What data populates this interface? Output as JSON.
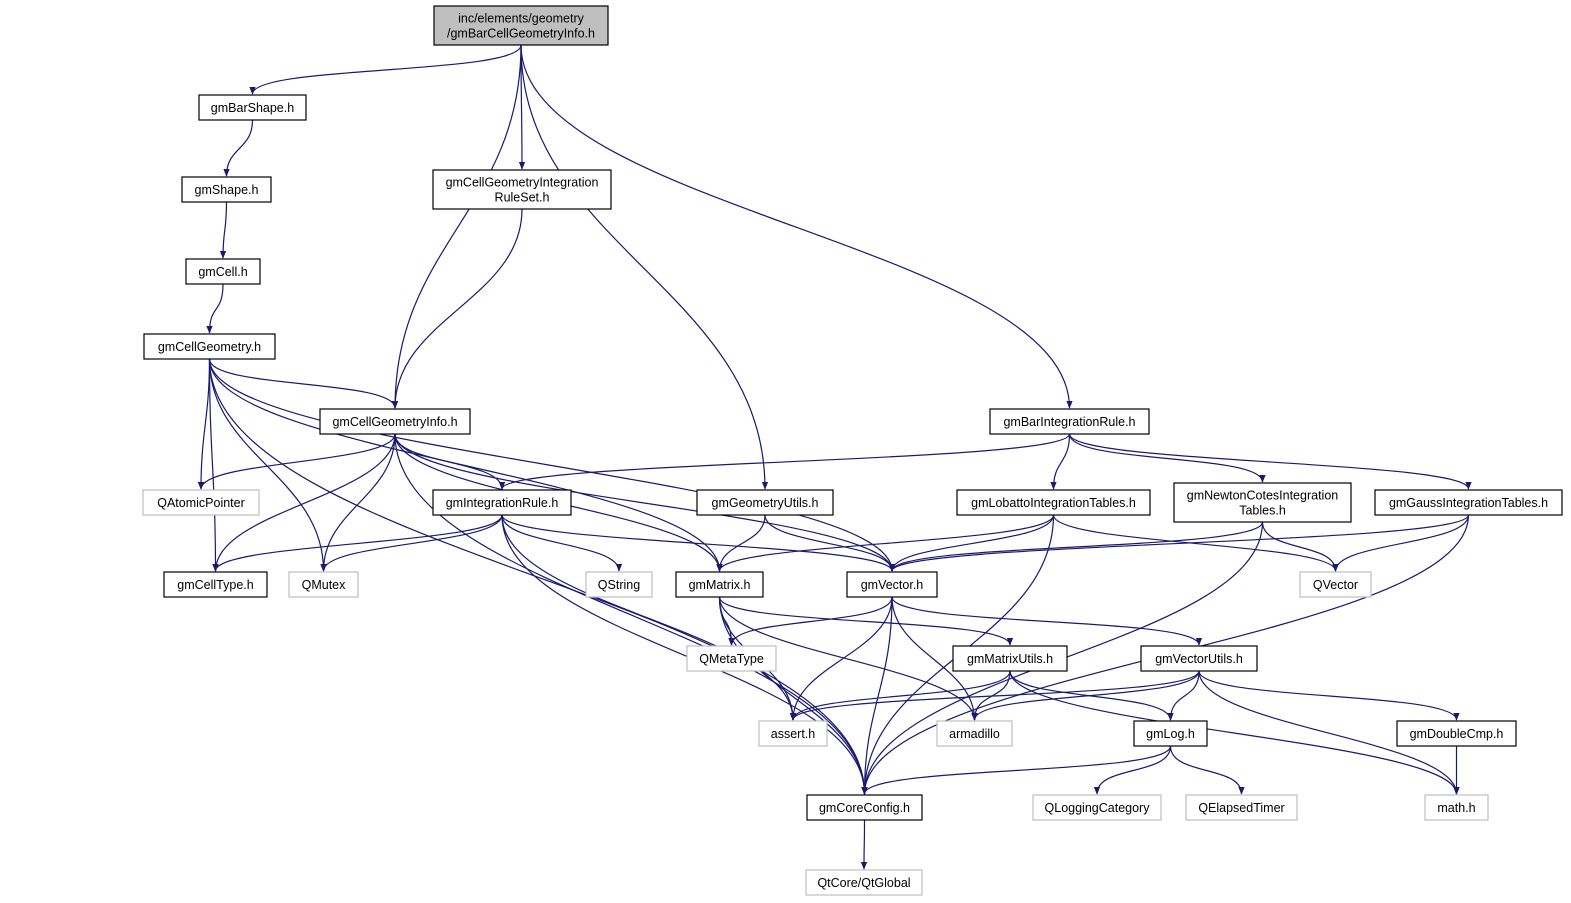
{
  "colors": {
    "edge": "#191970",
    "local_border": "#000000",
    "system_border": "#bfbfbf",
    "root_fill": "#bfbfbf",
    "node_fill": "#ffffff",
    "label": "#000000"
  },
  "nodes": [
    {
      "id": "root",
      "lines": [
        "inc/elements/geometry",
        "/gmBarCellGeometryInfo.h"
      ],
      "kind": "root"
    },
    {
      "id": "gmBarShape",
      "lines": [
        "gmBarShape.h"
      ],
      "kind": "local"
    },
    {
      "id": "gmShape",
      "lines": [
        "gmShape.h"
      ],
      "kind": "local"
    },
    {
      "id": "gmCell",
      "lines": [
        "gmCell.h"
      ],
      "kind": "local"
    },
    {
      "id": "gmCellGeometry",
      "lines": [
        "gmCellGeometry.h"
      ],
      "kind": "local"
    },
    {
      "id": "gmCellGeometryIntegrationRuleSet",
      "lines": [
        "gmCellGeometryIntegration",
        "RuleSet.h"
      ],
      "kind": "local"
    },
    {
      "id": "gmCellGeometryInfo",
      "lines": [
        "gmCellGeometryInfo.h"
      ],
      "kind": "local"
    },
    {
      "id": "gmBarIntegrationRule",
      "lines": [
        "gmBarIntegrationRule.h"
      ],
      "kind": "local"
    },
    {
      "id": "QAtomicPointer",
      "lines": [
        "QAtomicPointer"
      ],
      "kind": "system"
    },
    {
      "id": "gmIntegrationRule",
      "lines": [
        "gmIntegrationRule.h"
      ],
      "kind": "local"
    },
    {
      "id": "gmGeometryUtils",
      "lines": [
        "gmGeometryUtils.h"
      ],
      "kind": "local"
    },
    {
      "id": "gmLobattoIntegrationTables",
      "lines": [
        "gmLobattoIntegrationTables.h"
      ],
      "kind": "local"
    },
    {
      "id": "gmNewtonCotesIntegrationTables",
      "lines": [
        "gmNewtonCotesIntegration",
        "Tables.h"
      ],
      "kind": "local"
    },
    {
      "id": "gmGaussIntegrationTables",
      "lines": [
        "gmGaussIntegrationTables.h"
      ],
      "kind": "local"
    },
    {
      "id": "gmCellType",
      "lines": [
        "gmCellType.h"
      ],
      "kind": "local"
    },
    {
      "id": "QMutex",
      "lines": [
        "QMutex"
      ],
      "kind": "system"
    },
    {
      "id": "QString",
      "lines": [
        "QString"
      ],
      "kind": "system"
    },
    {
      "id": "gmMatrix",
      "lines": [
        "gmMatrix.h"
      ],
      "kind": "local"
    },
    {
      "id": "gmVector",
      "lines": [
        "gmVector.h"
      ],
      "kind": "local"
    },
    {
      "id": "QVector",
      "lines": [
        "QVector"
      ],
      "kind": "system"
    },
    {
      "id": "QMetaType",
      "lines": [
        "QMetaType"
      ],
      "kind": "system"
    },
    {
      "id": "gmMatrixUtils",
      "lines": [
        "gmMatrixUtils.h"
      ],
      "kind": "local"
    },
    {
      "id": "gmVectorUtils",
      "lines": [
        "gmVectorUtils.h"
      ],
      "kind": "local"
    },
    {
      "id": "assert",
      "lines": [
        "assert.h"
      ],
      "kind": "system"
    },
    {
      "id": "armadillo",
      "lines": [
        "armadillo"
      ],
      "kind": "system"
    },
    {
      "id": "gmLog",
      "lines": [
        "gmLog.h"
      ],
      "kind": "local"
    },
    {
      "id": "gmDoubleCmp",
      "lines": [
        "gmDoubleCmp.h"
      ],
      "kind": "local"
    },
    {
      "id": "gmCoreConfig",
      "lines": [
        "gmCoreConfig.h"
      ],
      "kind": "local"
    },
    {
      "id": "QLoggingCategory",
      "lines": [
        "QLoggingCategory"
      ],
      "kind": "system"
    },
    {
      "id": "QElapsedTimer",
      "lines": [
        "QElapsedTimer"
      ],
      "kind": "system"
    },
    {
      "id": "math",
      "lines": [
        "math.h"
      ],
      "kind": "system"
    },
    {
      "id": "QtGlobal",
      "lines": [
        "QtCore/QtGlobal"
      ],
      "kind": "system"
    }
  ],
  "edges": [
    [
      "root",
      "gmBarShape"
    ],
    [
      "root",
      "gmCellGeometryInfo"
    ],
    [
      "root",
      "gmCellGeometryIntegrationRuleSet"
    ],
    [
      "root",
      "gmGeometryUtils"
    ],
    [
      "root",
      "gmBarIntegrationRule"
    ],
    [
      "gmBarShape",
      "gmShape"
    ],
    [
      "gmShape",
      "gmCell"
    ],
    [
      "gmCell",
      "gmCellGeometry"
    ],
    [
      "gmCellGeometryIntegrationRuleSet",
      "gmCellGeometryInfo"
    ],
    [
      "gmCellGeometry",
      "gmCellGeometryInfo"
    ],
    [
      "gmCellGeometry",
      "QAtomicPointer"
    ],
    [
      "gmCellGeometry",
      "gmCellType"
    ],
    [
      "gmCellGeometry",
      "QMutex"
    ],
    [
      "gmCellGeometry",
      "gmMatrix"
    ],
    [
      "gmCellGeometry",
      "gmVector"
    ],
    [
      "gmCellGeometry",
      "gmCoreConfig"
    ],
    [
      "gmCellGeometryInfo",
      "QAtomicPointer"
    ],
    [
      "gmCellGeometryInfo",
      "gmCellType"
    ],
    [
      "gmCellGeometryInfo",
      "QMutex"
    ],
    [
      "gmCellGeometryInfo",
      "gmIntegrationRule"
    ],
    [
      "gmCellGeometryInfo",
      "gmMatrix"
    ],
    [
      "gmCellGeometryInfo",
      "gmVector"
    ],
    [
      "gmCellGeometryInfo",
      "gmCoreConfig"
    ],
    [
      "gmBarIntegrationRule",
      "gmIntegrationRule"
    ],
    [
      "gmBarIntegrationRule",
      "gmLobattoIntegrationTables"
    ],
    [
      "gmBarIntegrationRule",
      "gmNewtonCotesIntegrationTables"
    ],
    [
      "gmBarIntegrationRule",
      "gmGaussIntegrationTables"
    ],
    [
      "gmIntegrationRule",
      "gmCellType"
    ],
    [
      "gmIntegrationRule",
      "QMutex"
    ],
    [
      "gmIntegrationRule",
      "QString"
    ],
    [
      "gmIntegrationRule",
      "gmVector"
    ],
    [
      "gmIntegrationRule",
      "assert"
    ],
    [
      "gmIntegrationRule",
      "gmCoreConfig"
    ],
    [
      "gmGeometryUtils",
      "gmMatrix"
    ],
    [
      "gmGeometryUtils",
      "gmVector"
    ],
    [
      "gmLobattoIntegrationTables",
      "gmMatrix"
    ],
    [
      "gmLobattoIntegrationTables",
      "gmVector"
    ],
    [
      "gmLobattoIntegrationTables",
      "QVector"
    ],
    [
      "gmLobattoIntegrationTables",
      "gmCoreConfig"
    ],
    [
      "gmNewtonCotesIntegrationTables",
      "gmVector"
    ],
    [
      "gmNewtonCotesIntegrationTables",
      "QVector"
    ],
    [
      "gmNewtonCotesIntegrationTables",
      "gmCoreConfig"
    ],
    [
      "gmGaussIntegrationTables",
      "gmVector"
    ],
    [
      "gmGaussIntegrationTables",
      "QVector"
    ],
    [
      "gmGaussIntegrationTables",
      "gmCoreConfig"
    ],
    [
      "gmMatrix",
      "QMetaType"
    ],
    [
      "gmMatrix",
      "gmMatrixUtils"
    ],
    [
      "gmMatrix",
      "assert"
    ],
    [
      "gmMatrix",
      "armadillo"
    ],
    [
      "gmMatrix",
      "gmCoreConfig"
    ],
    [
      "gmVector",
      "QMetaType"
    ],
    [
      "gmVector",
      "gmVectorUtils"
    ],
    [
      "gmVector",
      "assert"
    ],
    [
      "gmVector",
      "armadillo"
    ],
    [
      "gmVector",
      "gmCoreConfig"
    ],
    [
      "gmMatrixUtils",
      "assert"
    ],
    [
      "gmMatrixUtils",
      "armadillo"
    ],
    [
      "gmMatrixUtils",
      "gmLog"
    ],
    [
      "gmMatrixUtils",
      "math"
    ],
    [
      "gmVectorUtils",
      "assert"
    ],
    [
      "gmVectorUtils",
      "armadillo"
    ],
    [
      "gmVectorUtils",
      "gmLog"
    ],
    [
      "gmVectorUtils",
      "gmDoubleCmp"
    ],
    [
      "gmVectorUtils",
      "math"
    ],
    [
      "gmLog",
      "gmCoreConfig"
    ],
    [
      "gmLog",
      "QLoggingCategory"
    ],
    [
      "gmLog",
      "QElapsedTimer"
    ],
    [
      "gmDoubleCmp",
      "math"
    ],
    [
      "gmCoreConfig",
      "QtGlobal"
    ]
  ]
}
